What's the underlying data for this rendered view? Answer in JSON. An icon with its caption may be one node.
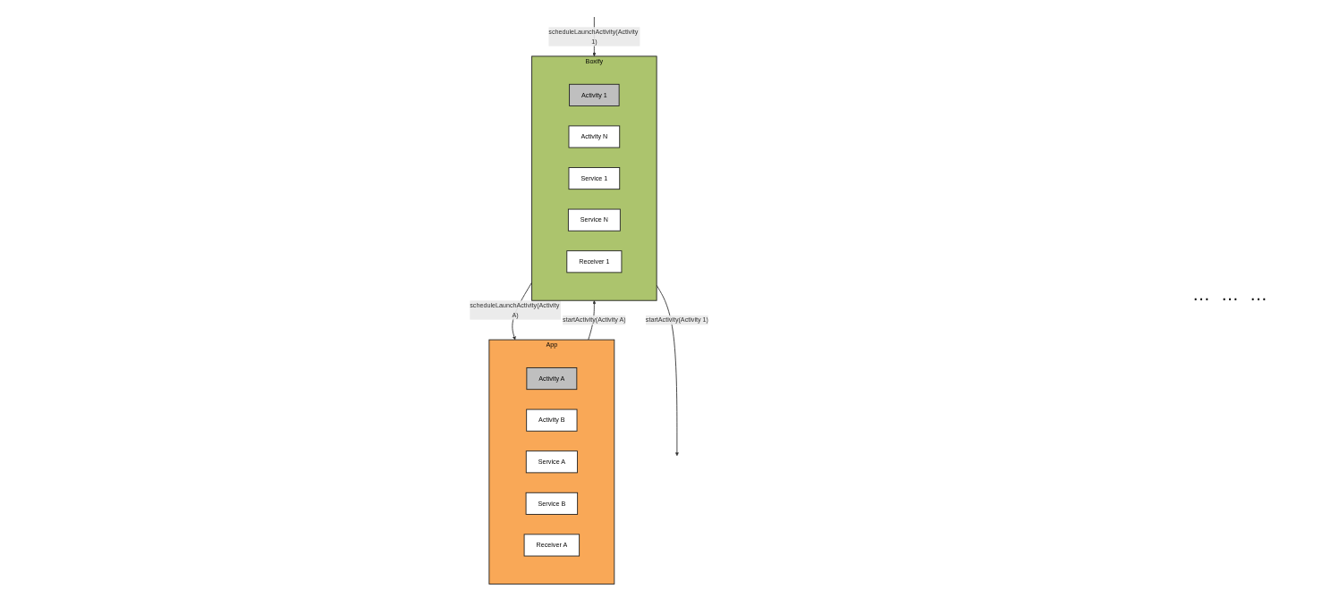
{
  "diagram": {
    "nodes": [
      {
        "text": [
          "App"
        ]
      },
      {
        "text": [
          "Activity A"
        ],
        "in": 0
      },
      {
        "text": [
          "Activity B"
        ],
        "in": 0
      },
      {
        "text": [
          "Service A"
        ],
        "in": 0
      },
      {
        "text": [
          "Service B"
        ],
        "in": 0
      },
      {
        "text": [
          "Receiver A"
        ],
        "in": 0
      },
      {
        "text": [
          "Boxify"
        ]
      },
      {
        "text": [
          "Activity 1"
        ],
        "in": 6
      },
      {
        "text": [
          "Activity N"
        ],
        "in": 6
      },
      {
        "text": [
          "Service 1"
        ],
        "in": 6
      },
      {
        "text": [
          "Service N"
        ],
        "in": 6
      },
      {
        "text": [
          "Receiver 1"
        ],
        "in": 6
      }
    ],
    "edges": [
      {
        "from": 0,
        "to": 6,
        "arrow": "to",
        "label": "startActivity(Activity A)"
      },
      {
        "from": 6,
        "to": 0,
        "arrow": "to",
        "label": "scheduleLaunchActivity(Activity A)"
      },
      {
        "from": 6,
        "to": null,
        "arrow": "to",
        "label": "startActivity(Activity 1)"
      },
      {
        "from": null,
        "to": 6,
        "arrow": "to",
        "label": "scheduleLaunchActivity(Activity 1)"
      }
    ],
    "labels": [
      "…",
      "…",
      "…"
    ]
  }
}
